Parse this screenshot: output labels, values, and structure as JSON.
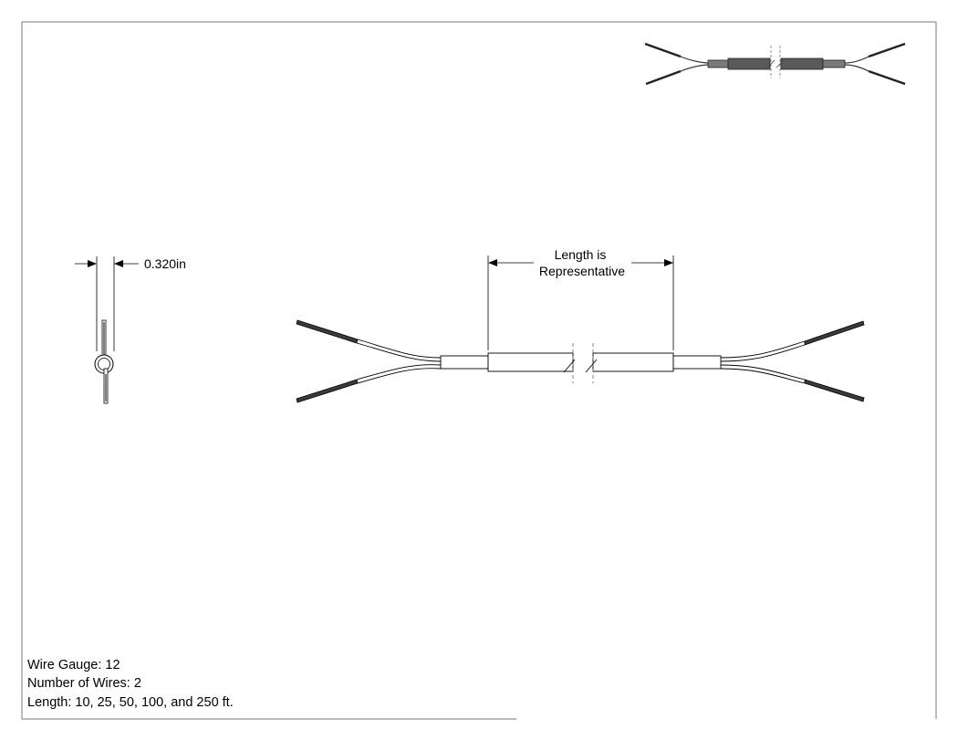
{
  "drawing": {
    "dimension_label": "0.320in",
    "length_note_line1": "Length is",
    "length_note_line2": "Representative"
  },
  "specs": {
    "wire_gauge": "Wire Gauge: 12",
    "number_of_wires": "Number of Wires: 2",
    "lengths": "Length: 10, 25, 50, 100, and 250 ft."
  },
  "colors": {
    "line": "#000000",
    "wire_tip": "#3a3a3a",
    "jacket_shaded": "#5a5a5a",
    "hidden_line": "#666666"
  }
}
